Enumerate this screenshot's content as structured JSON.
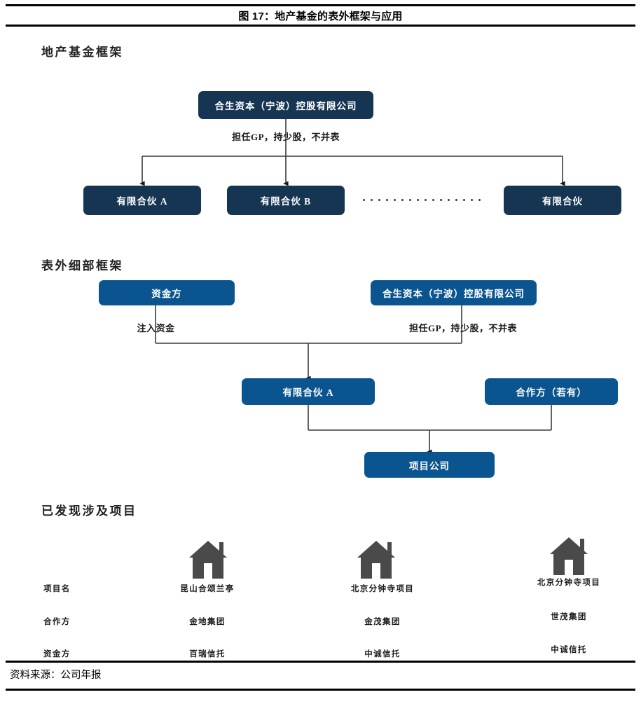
{
  "figure": {
    "title": "图 17：地产基金的表外框架与应用",
    "source": "资料来源：公司年报"
  },
  "sections": {
    "fund_framework_heading": "地产基金框架",
    "offbalance_detail_heading": "表外细部框架",
    "projects_heading": "已发现涉及项目"
  },
  "colors": {
    "navy": "#163553",
    "blue": "#0a558f",
    "house_icon": "#4a4a4a",
    "rule": "#000000"
  },
  "diagram_fund": {
    "parent": "合生资本（宁波）控股有限公司",
    "edge_label": "担任GP，持少股，不并表",
    "children": [
      "有限合伙 A",
      "有限合伙 B",
      "有限合伙"
    ],
    "ellipsis_dots": 16
  },
  "diagram_offbalance": {
    "funder": "资金方",
    "manager": "合生资本（宁波）控股有限公司",
    "funder_edge_label": "注入资金",
    "manager_edge_label": "担任GP，持少股，不并表",
    "partnership": "有限合伙 A",
    "cooperator": "合作方（若有）",
    "project_company": "项目公司"
  },
  "projects_table": {
    "row_labels": [
      "项目名",
      "合作方",
      "资金方"
    ],
    "columns": [
      {
        "icon": "house-icon",
        "project_name": "昆山合颂兰亭",
        "partner": "金地集团",
        "funder": "百瑞信托"
      },
      {
        "icon": "house-icon",
        "project_name": "北京分钟寺项目",
        "partner": "金茂集团",
        "funder": "中诚信托"
      },
      {
        "icon": "house-icon",
        "project_name": "北京分钟寺项目",
        "partner": "世茂集团",
        "funder": "中诚信托"
      }
    ]
  }
}
